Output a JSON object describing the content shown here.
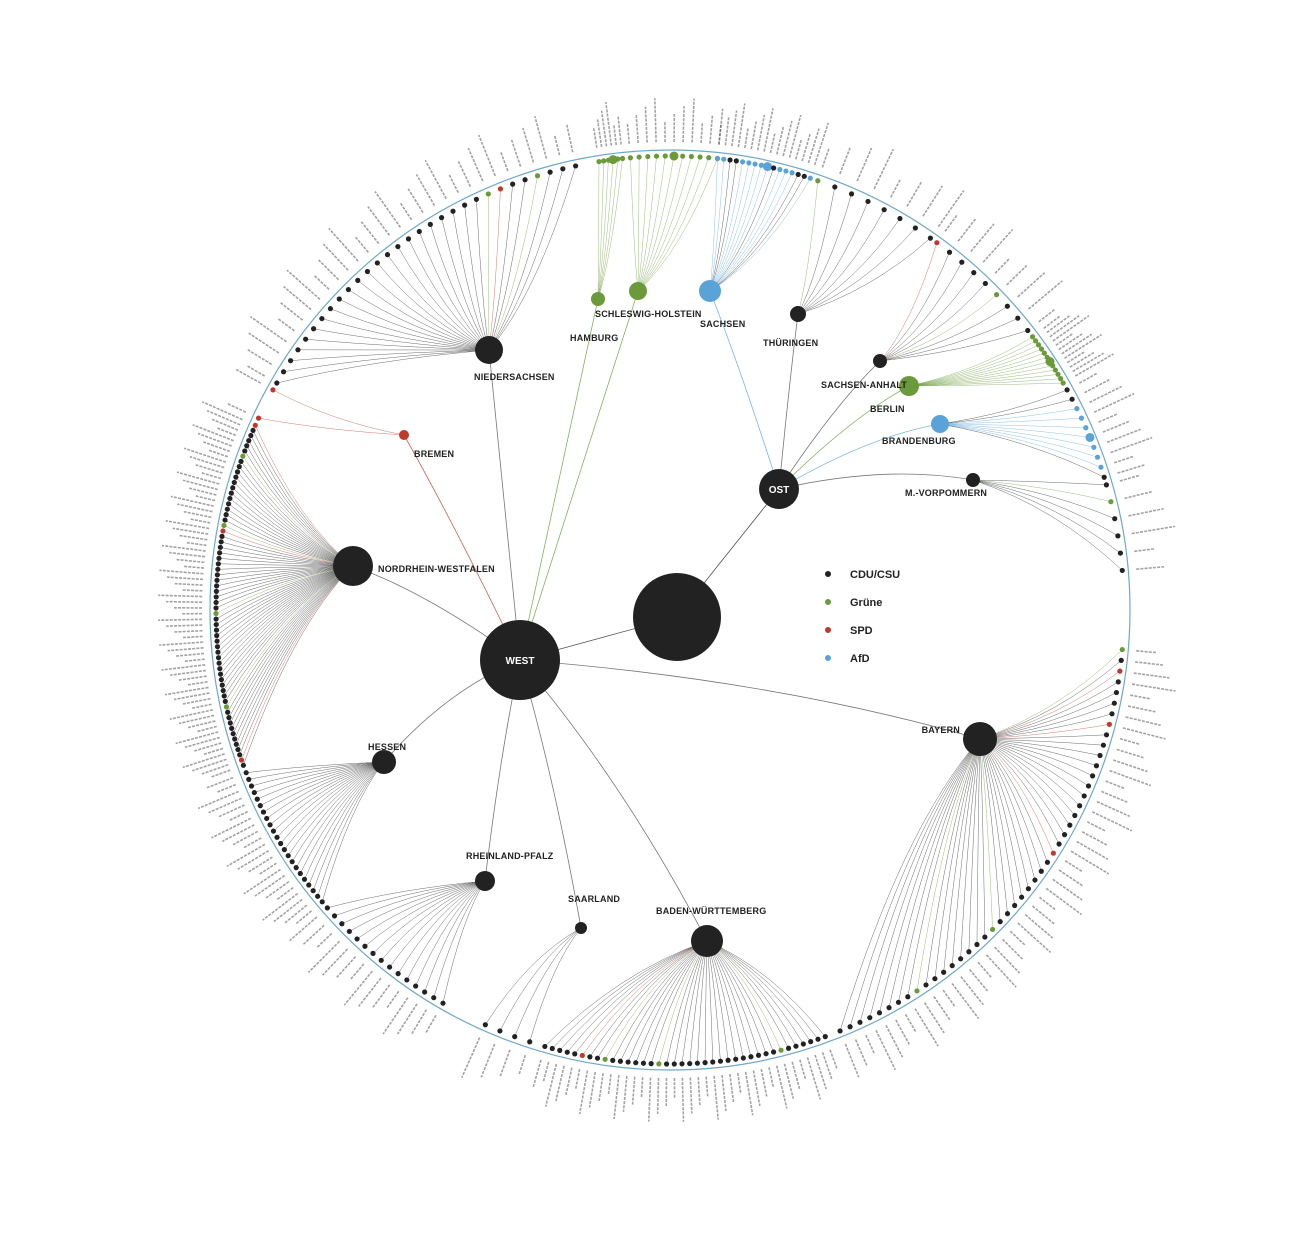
{
  "colors": {
    "CDU/CSU": "#222222",
    "Grüne": "#6a9a3a",
    "SPD": "#c0392b",
    "AfD": "#5aa3d8",
    "edge_default": "#333333",
    "ring": "#6fa8c9"
  },
  "legend": [
    {
      "label": "CDU/CSU",
      "party": "CDU/CSU"
    },
    {
      "label": "Grüne",
      "party": "Grüne"
    },
    {
      "label": "SPD",
      "party": "SPD"
    },
    {
      "label": "AfD",
      "party": "AfD"
    }
  ],
  "hubs": {
    "west": {
      "label": "WEST"
    },
    "ost": {
      "label": "OST"
    }
  },
  "states": [
    {
      "id": "niedersachsen",
      "label": "NIEDERSACHSEN",
      "region": "west",
      "party": "CDU/CSU",
      "seats": 30
    },
    {
      "id": "bremen",
      "label": "BREMEN",
      "region": "west",
      "party": "SPD",
      "seats": 2
    },
    {
      "id": "nrw",
      "label": "NORDRHEIN-WESTFALEN",
      "region": "west",
      "party": "CDU/CSU",
      "seats": 64
    },
    {
      "id": "hessen",
      "label": "HESSEN",
      "region": "west",
      "party": "CDU/CSU",
      "seats": 22
    },
    {
      "id": "rlp",
      "label": "RHEINLAND-PFALZ",
      "region": "west",
      "party": "CDU/CSU",
      "seats": 15
    },
    {
      "id": "saarland",
      "label": "SAARLAND",
      "region": "west",
      "party": "CDU/CSU",
      "seats": 4
    },
    {
      "id": "bw",
      "label": "BADEN-WÜRTTEMBERG",
      "region": "west",
      "party": "CDU/CSU",
      "seats": 38
    },
    {
      "id": "bayern",
      "label": "BAYERN",
      "region": "west",
      "party": "CDU/CSU",
      "seats": 47
    },
    {
      "id": "hamburg",
      "label": "HAMBURG",
      "region": "west",
      "party": "Grüne",
      "seats": 6
    },
    {
      "id": "sh",
      "label": "SCHLESWIG-HOLSTEIN",
      "region": "west",
      "party": "Grüne",
      "seats": 11
    },
    {
      "id": "sachsen",
      "label": "SACHSEN",
      "region": "ost",
      "party": "AfD",
      "seats": 16
    },
    {
      "id": "thueringen",
      "label": "THÜRINGEN",
      "region": "ost",
      "party": "CDU/CSU",
      "seats": 8
    },
    {
      "id": "sachsen_anhalt",
      "label": "SACHSEN-ANHALT",
      "region": "ost",
      "party": "CDU/CSU",
      "seats": 9
    },
    {
      "id": "berlin",
      "label": "BERLIN",
      "region": "ost",
      "party": "Grüne",
      "seats": 12
    },
    {
      "id": "brandenburg",
      "label": "BRANDENBURG",
      "region": "ost",
      "party": "AfD",
      "seats": 10
    },
    {
      "id": "mv",
      "label": "M.-VORPOMMERN",
      "region": "ost",
      "party": "CDU/CSU",
      "seats": 6
    }
  ]
}
